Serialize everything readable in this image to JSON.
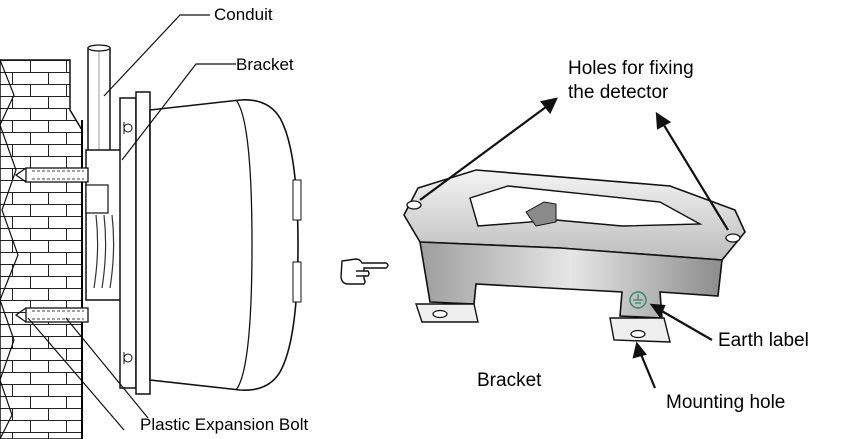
{
  "labels": {
    "conduit": "Conduit",
    "bracket_left": "Bracket",
    "plastic_bolt": "Plastic Expansion Bolt",
    "holes_line1": "Holes for fixing",
    "holes_line2": "the detector",
    "earth_label": "Earth label",
    "bracket_right": "Bracket",
    "mounting_hole": "Mounting hole"
  },
  "icons": {
    "pointing_hand": "pointing-hand-icon"
  }
}
